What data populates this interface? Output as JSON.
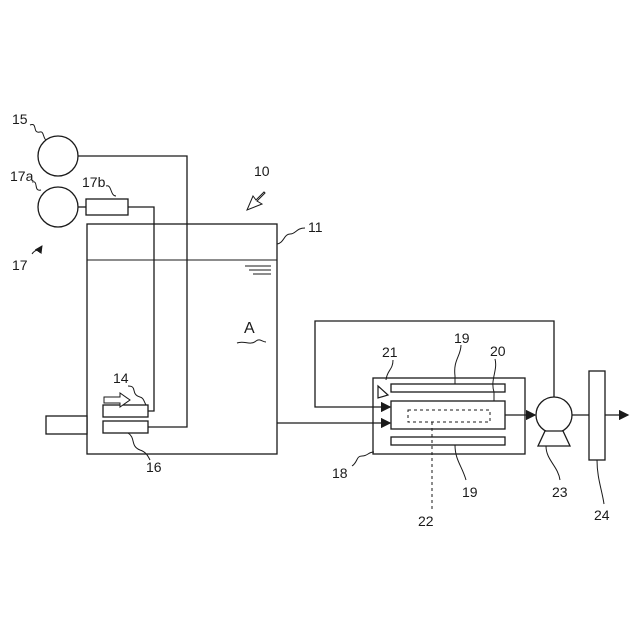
{
  "labels": {
    "system": "10",
    "tank": "11",
    "inlet_14": "14",
    "pump_15": "15",
    "diffuser_16": "16",
    "unit_17": "17",
    "pump_17a": "17a",
    "device_17b": "17b",
    "chamber_18": "18",
    "plate_19_top": "19",
    "plate_19_bottom": "19",
    "element_20": "20",
    "nozzle_21": "21",
    "region_22": "22",
    "pump_23": "23",
    "filter_24": "24",
    "liquid_A": "A"
  }
}
